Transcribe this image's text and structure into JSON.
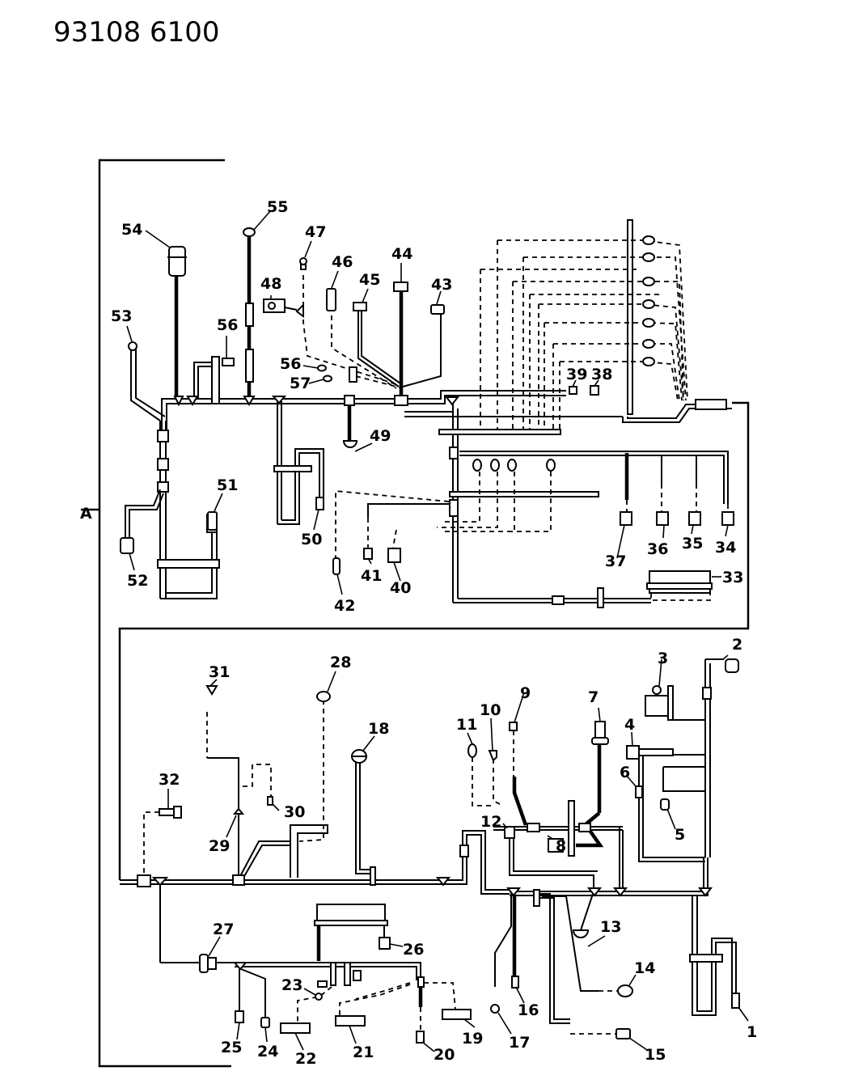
{
  "header": {
    "title": "93108  6100"
  },
  "diagram": {
    "type": "vacuum-hose-routing-exploded-view",
    "view_marker": "A",
    "callouts": [
      {
        "n": "1"
      },
      {
        "n": "2"
      },
      {
        "n": "3"
      },
      {
        "n": "4"
      },
      {
        "n": "5"
      },
      {
        "n": "6"
      },
      {
        "n": "7"
      },
      {
        "n": "8"
      },
      {
        "n": "9"
      },
      {
        "n": "10"
      },
      {
        "n": "11"
      },
      {
        "n": "12"
      },
      {
        "n": "13"
      },
      {
        "n": "14"
      },
      {
        "n": "15"
      },
      {
        "n": "16"
      },
      {
        "n": "17"
      },
      {
        "n": "18"
      },
      {
        "n": "19"
      },
      {
        "n": "20"
      },
      {
        "n": "21"
      },
      {
        "n": "22"
      },
      {
        "n": "23"
      },
      {
        "n": "24"
      },
      {
        "n": "25"
      },
      {
        "n": "26"
      },
      {
        "n": "27"
      },
      {
        "n": "28"
      },
      {
        "n": "29"
      },
      {
        "n": "30"
      },
      {
        "n": "31"
      },
      {
        "n": "32"
      },
      {
        "n": "33"
      },
      {
        "n": "34"
      },
      {
        "n": "35"
      },
      {
        "n": "36"
      },
      {
        "n": "37"
      },
      {
        "n": "38"
      },
      {
        "n": "39"
      },
      {
        "n": "40"
      },
      {
        "n": "41"
      },
      {
        "n": "42"
      },
      {
        "n": "43"
      },
      {
        "n": "44"
      },
      {
        "n": "45"
      },
      {
        "n": "46"
      },
      {
        "n": "47"
      },
      {
        "n": "48"
      },
      {
        "n": "49"
      },
      {
        "n": "50"
      },
      {
        "n": "51"
      },
      {
        "n": "52"
      },
      {
        "n": "53"
      },
      {
        "n": "54"
      },
      {
        "n": "55"
      },
      {
        "n": "56"
      },
      {
        "n": "56"
      },
      {
        "n": "57"
      }
    ]
  }
}
